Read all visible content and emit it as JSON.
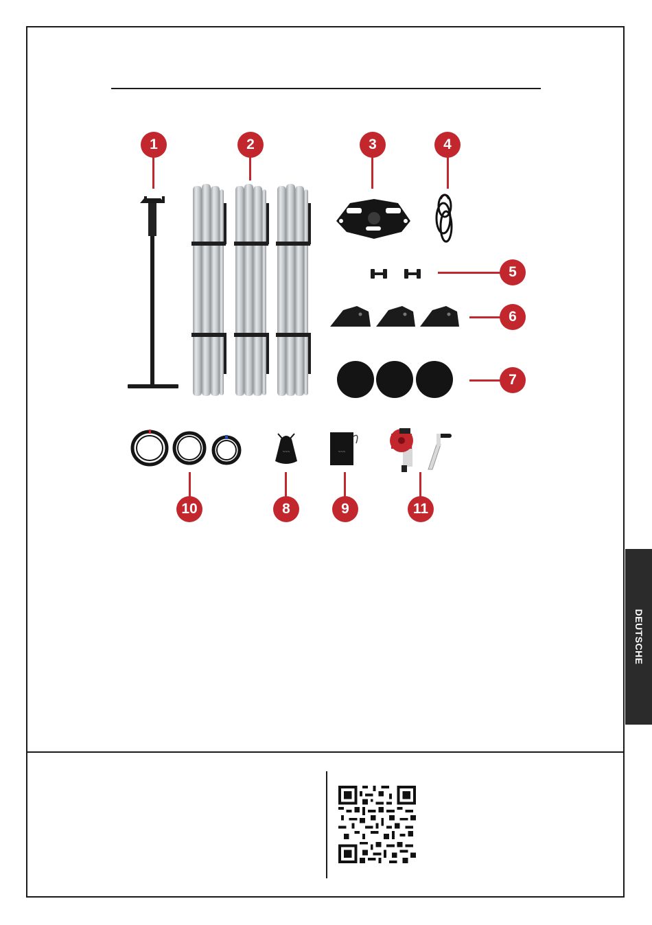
{
  "sidebar_tab": {
    "label": "DEUTSCHE"
  },
  "colors": {
    "accent": "#c1272d",
    "frame": "#1a1a1a",
    "tab": "#2b2b2b",
    "metal": "#c8cccf"
  },
  "parts": [
    {
      "number": "1",
      "icon": "tripod-stand-icon"
    },
    {
      "number": "2",
      "icon": "aluminium-pole-bundle-icon"
    },
    {
      "number": "3",
      "icon": "centre-hub-plate-icon"
    },
    {
      "number": "4",
      "icon": "rope-coil-icon"
    },
    {
      "number": "5",
      "icon": "bolt-pair-icon"
    },
    {
      "number": "6",
      "icon": "mounting-bracket-icon"
    },
    {
      "number": "7",
      "icon": "round-pad-icon"
    },
    {
      "number": "8",
      "icon": "drawstring-bag-icon"
    },
    {
      "number": "9",
      "icon": "storage-pouch-icon"
    },
    {
      "number": "10",
      "icon": "cable-coils-icon"
    },
    {
      "number": "11",
      "icon": "winch-with-crank-icon"
    }
  ],
  "footer": {
    "qr_icon": "qr-code-icon"
  }
}
